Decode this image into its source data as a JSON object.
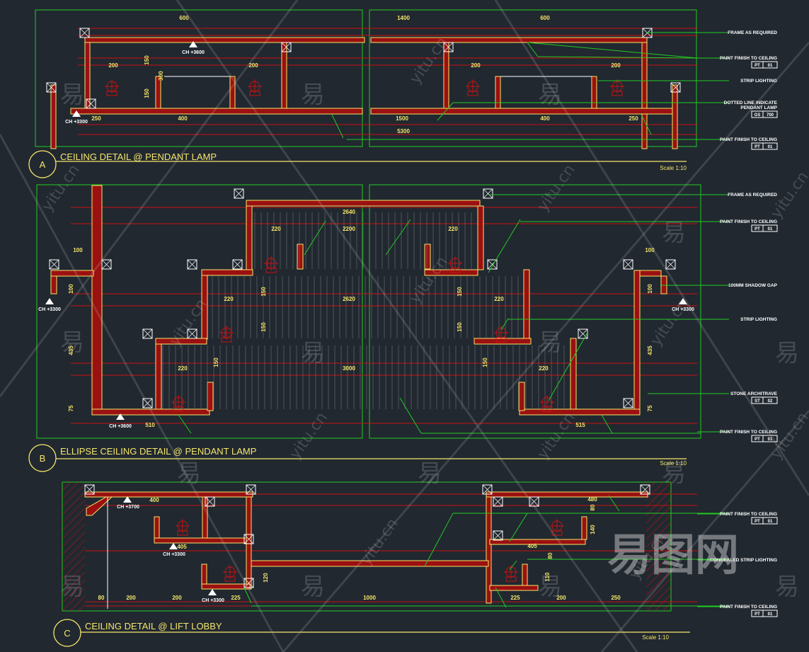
{
  "colors": {
    "background": "#212830",
    "frame": "#22cc22",
    "wall": "#cc1111",
    "outline": "#f5e66a",
    "text": "#ffffff"
  },
  "watermark": {
    "cn": "易",
    "site": "yitu.cn",
    "logo": "易图网"
  },
  "sections": [
    {
      "letter": "A",
      "title": "CEILING DETAIL @ PENDANT LAMP",
      "scale": "Scale 1:10",
      "dims": [
        "600",
        "1400",
        "600",
        "200",
        "200",
        "200",
        "200",
        "150",
        "300",
        "150",
        "250",
        "400",
        "1500",
        "400",
        "250",
        "5300"
      ],
      "levels": [
        "CH +3600",
        "CH +3300"
      ],
      "notes": [
        {
          "text": "FRAME AS REQUIRED"
        },
        {
          "text": "PAINT FINISH TO CEILING",
          "code": "PT",
          "num": "01"
        },
        {
          "text": "STRIP LIGHTING"
        },
        {
          "text": "DOTTED LINE INDICATE",
          "text2": "PENDANT LAMP",
          "code": "GS",
          "num": "700"
        },
        {
          "text": "PAINT FINISH TO CEILING",
          "code": "PT",
          "num": "01"
        }
      ]
    },
    {
      "letter": "B",
      "title": "ELLIPSE CEILING DETAIL @ PENDANT LAMP",
      "scale": "Scale 1:10",
      "dims": [
        "2640",
        "220",
        "2200",
        "220",
        "100",
        "100",
        "150",
        "150",
        "220",
        "2620",
        "220",
        "150",
        "150",
        "220",
        "3000",
        "220",
        "150",
        "150",
        "435",
        "435",
        "75",
        "75",
        "510",
        "515",
        "100",
        "100"
      ],
      "levels": [
        "CH +3300",
        "CH +3300",
        "CH +3600"
      ],
      "notes": [
        {
          "text": "FRAME AS REQUIRED"
        },
        {
          "text": "PAINT FINISH TO CEILING",
          "code": "PT",
          "num": "01"
        },
        {
          "text": "100MM SHADOW GAP"
        },
        {
          "text": "STRIP LIGHTING"
        },
        {
          "text": "STONE ARCHITRAVE",
          "code": "ST",
          "num": "02"
        },
        {
          "text": "PAINT FINISH TO CEILING",
          "code": "PT",
          "num": "01"
        }
      ]
    },
    {
      "letter": "C",
      "title": "CEILING DETAIL @ LIFT LOBBY",
      "scale": "Scale 1:10",
      "dims": [
        "400",
        "405",
        "80",
        "200",
        "200",
        "225",
        "1000",
        "225",
        "200",
        "250",
        "480",
        "405",
        "80",
        "140",
        "80",
        "110",
        "120"
      ],
      "levels": [
        "CH +3700",
        "CH +3300",
        "CH +3300"
      ],
      "notes": [
        {
          "text": "PAINT FINISH TO CEILING",
          "code": "PT",
          "num": "01"
        },
        {
          "text": "CONCEALED STRIP LIGHTING"
        },
        {
          "text": "PAINT FINISH TO CEILING",
          "code": "PT",
          "num": "01"
        }
      ]
    }
  ]
}
